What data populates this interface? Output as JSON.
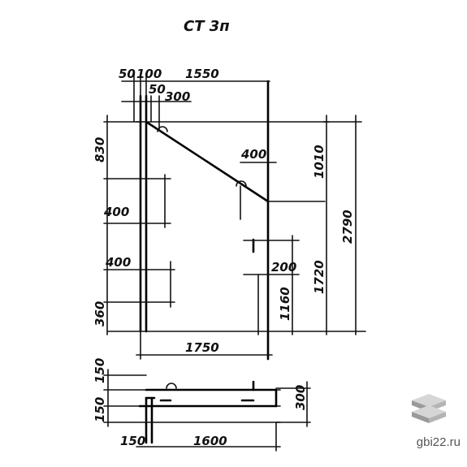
{
  "title": "СТ 3п",
  "dimensions": {
    "top_50": "50",
    "top_100": "100",
    "top_1550": "1550",
    "inner_50": "50",
    "inner_300": "300",
    "left_830": "830",
    "left_400a": "400",
    "left_400b": "400",
    "left_360": "360",
    "notch_400": "400",
    "right_1010": "1010",
    "right_2790": "2790",
    "right_1720": "1720",
    "right_200": "200",
    "right_1160": "1160",
    "bottom_1750": "1750",
    "sec_150a": "150",
    "sec_150b": "150",
    "sec_150c": "150",
    "sec_300": "300",
    "sec_1600": "1600"
  },
  "watermark": "gbi22.ru",
  "colors": {
    "line": "#111111",
    "logo_top": "#c8c8c8",
    "logo_side": "#8a8a8a"
  }
}
